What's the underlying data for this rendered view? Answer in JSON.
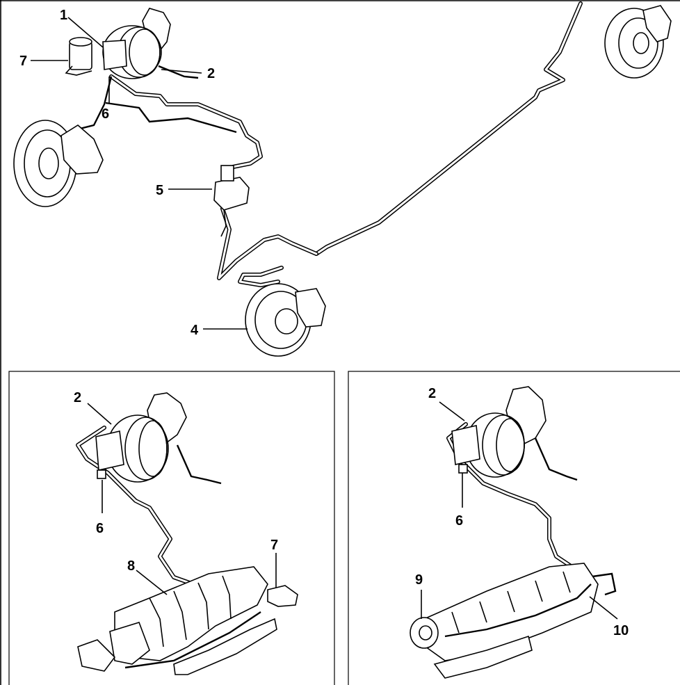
{
  "callouts": {
    "c1": "1",
    "c2_main": "2",
    "c7_main": "7",
    "c6_main": "6",
    "c5": "5",
    "c4": "4",
    "c2_left": "2",
    "c6_left": "6",
    "c8": "8",
    "c7_left": "7",
    "c2_right": "2",
    "c6_right": "6",
    "c9": "9",
    "c10": "10"
  }
}
